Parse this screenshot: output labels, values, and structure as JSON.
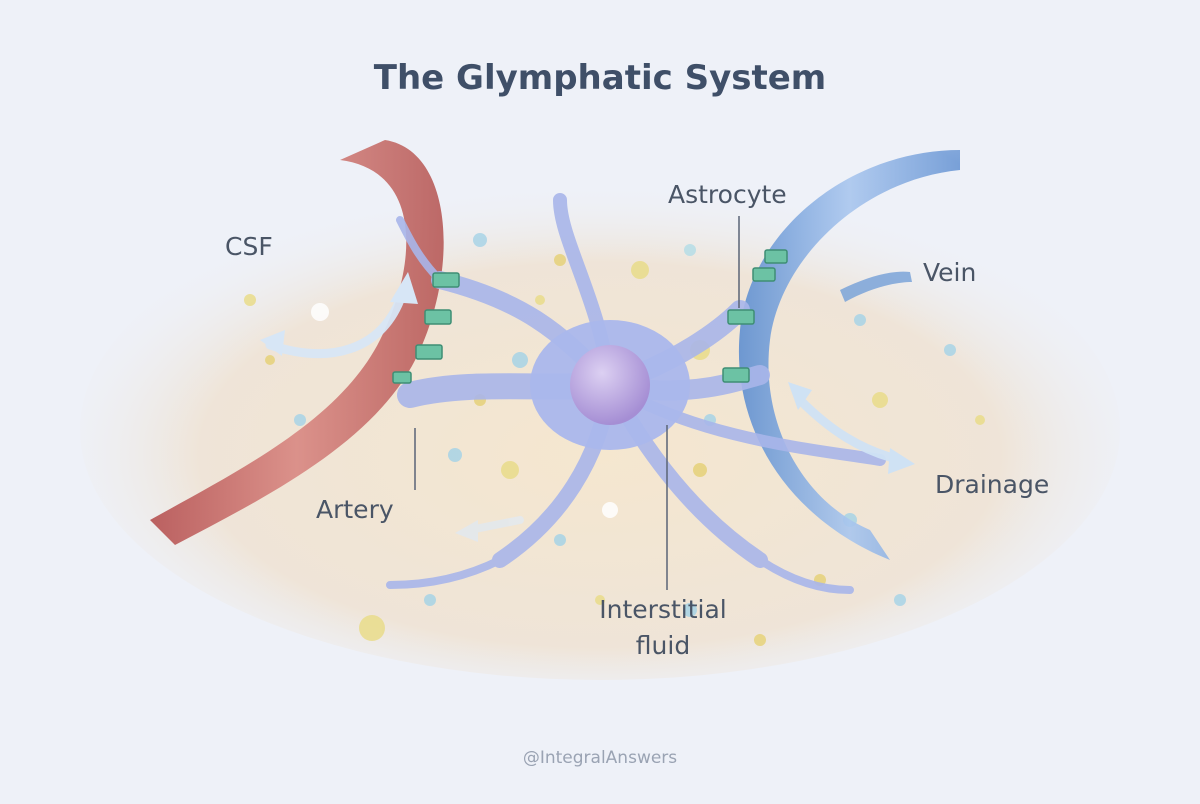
{
  "title": "The Glymphatic System",
  "labels": {
    "csf": "CSF",
    "astrocyte": "Astrocyte",
    "vein": "Vein",
    "drainage": "Drainage",
    "artery": "Artery",
    "interstitial_line1": "Interstitial",
    "interstitial_line2": "fluid"
  },
  "credit": "@IntegralAnswers",
  "colors": {
    "background": "#eef1f8",
    "tissue": "#f3e6d2",
    "artery": "#cf6f6c",
    "vein": "#7aa3d8",
    "astrocyte": "#a9b6ea",
    "nucleus": "#b9a3de",
    "aquaporin": "#6cc2a4",
    "flow_arrow": "#cfe2f4"
  }
}
